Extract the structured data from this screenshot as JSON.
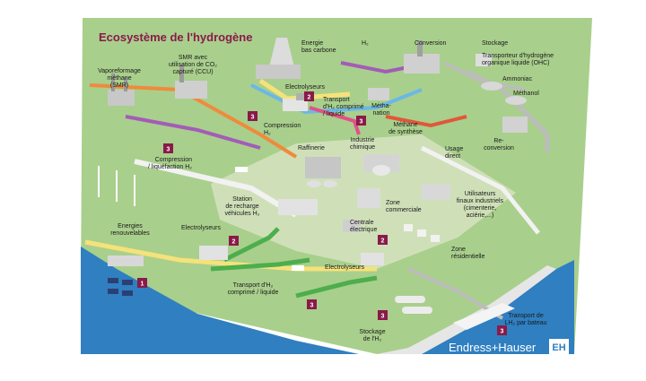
{
  "title": "Ecosystème de l'hydrogène",
  "labels": {
    "energie_bas_carbone": [
      "Energie",
      "bas carbone"
    ],
    "h2": [
      "H₂"
    ],
    "conversion": [
      "Conversion"
    ],
    "stockage": [
      "Stockage"
    ],
    "transporteur": [
      "Transporteur d'hydrogène",
      "organique liquide (OHC)"
    ],
    "ammoniac": [
      "Ammoniac"
    ],
    "methanol": [
      "Méthanol"
    ],
    "smr_ccu": [
      "SMR avec",
      "utilisation de CO₂",
      "capturé (CCU)"
    ],
    "vaporeformage": [
      "Vaporeformage",
      "méthane",
      "(SMR)"
    ],
    "electrolyseurs_top": [
      "Electrolyseurs"
    ],
    "transport_top": [
      "Transport",
      "d'H₂ comprimé",
      "/ liquide"
    ],
    "methanation": [
      "Métha-",
      "nation"
    ],
    "methane_synthese": [
      "Méthane",
      "de synthèse"
    ],
    "compression_top": [
      "Compression",
      "H₂"
    ],
    "raffinerie": [
      "Raffinerie"
    ],
    "industrie_chimique": [
      "Industrie",
      "chimique"
    ],
    "usage_direct": [
      "Usage",
      "direct"
    ],
    "reconversion": [
      "Re-",
      "conversion"
    ],
    "compression_liq": [
      "Compression",
      "/ liquéfaction H₂"
    ],
    "station": [
      "Station",
      "de recharge",
      "véhicules H₂"
    ],
    "zone_commerciale": [
      "Zone",
      "commerciale"
    ],
    "utilisateurs": [
      "Utilisateurs",
      "finaux industriels",
      "(cimenterie,",
      "aciérie,...)"
    ],
    "energies_renouvelables": [
      "Energies",
      "renouvelables"
    ],
    "electrolyseurs_mid": [
      "Electrolyseurs"
    ],
    "centrale": [
      "Centrale",
      "électrique"
    ],
    "zone_residentielle": [
      "Zone",
      "résidentielle"
    ],
    "electrolyseurs_bot": [
      "Electrolyseurs"
    ],
    "transport_bot": [
      "Transport d'H₂",
      "comprimé / liquide"
    ],
    "stockage_lh2": [
      "Stockage",
      "de l'H₂"
    ],
    "transport_bateau": [
      "Transport de",
      "LH₂ par bateau"
    ]
  },
  "badges": {
    "b_elec_top": "2",
    "b_compression_top": "3",
    "b_transport_top": "3",
    "b_compression_liq": "3",
    "b_elec_mid": "2",
    "b_elec_bot": "2",
    "b_renew": "1",
    "b_transport_bot": "3",
    "b_stockage": "3",
    "b_bateau": "3"
  },
  "brand": "Endress+Hauser",
  "brand_mark": "EH",
  "colors": {
    "ground": "#a9cf8c",
    "plaza": "#cfe0b8",
    "water": "#2f7fc1",
    "badge": "#8a1a4a",
    "pipe_orange": "#f08a3c",
    "pipe_yellow": "#f5e27a",
    "pipe_purple": "#a35cb8",
    "pipe_blue": "#6ab8e6",
    "pipe_green": "#4cae4c",
    "pipe_grey": "#bcbcbc",
    "pipe_red": "#e0573a",
    "pipe_pink": "#e2508a"
  }
}
